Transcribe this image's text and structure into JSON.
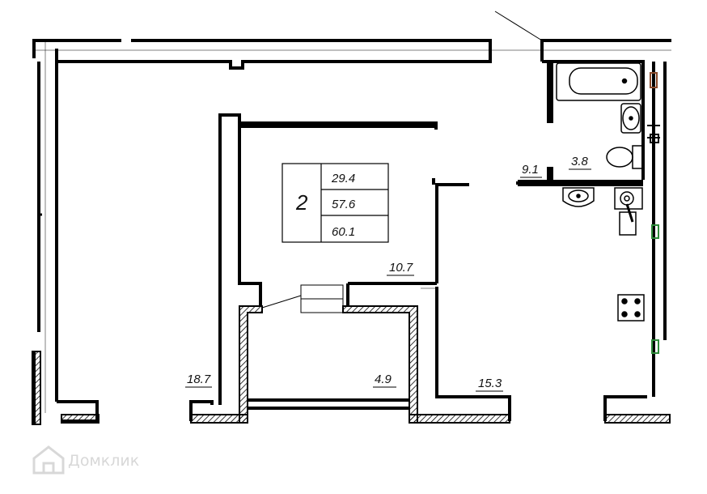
{
  "summary": {
    "rooms": "2",
    "living_area": "29.4",
    "total_area": "57.6",
    "total_area_with_balcony": "60.1"
  },
  "rooms": [
    {
      "id": "bedroom",
      "area": "18.7"
    },
    {
      "id": "living",
      "area": "10.7"
    },
    {
      "id": "hall",
      "area": "4.9"
    },
    {
      "id": "kitchen",
      "area": "15.3"
    },
    {
      "id": "corridor",
      "area": "9.1"
    },
    {
      "id": "bathroom",
      "area": "3.8"
    }
  ],
  "watermark": {
    "text": "Домклик"
  },
  "colors": {
    "wall": "#000000",
    "hatch": "#000000",
    "window_brown": "#8b4a2a",
    "window_green": "#2e8b3a",
    "watermark": "#d8d8d8"
  }
}
